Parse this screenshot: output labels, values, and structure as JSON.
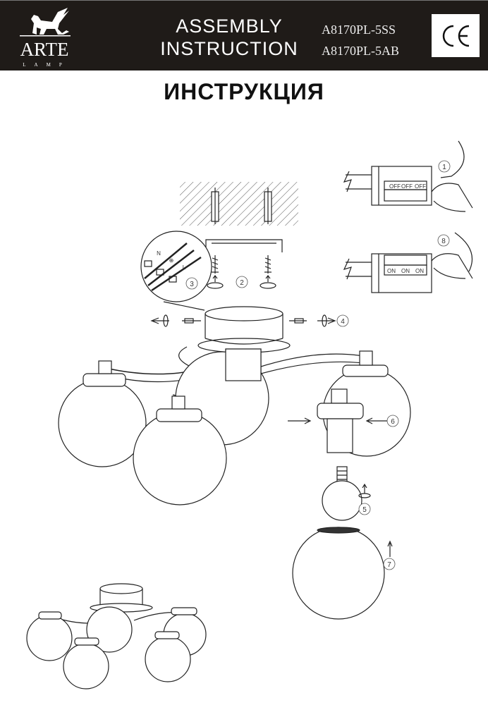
{
  "header": {
    "brand": "ARTE",
    "brand_sub": "LAMP",
    "title_line1": "ASSEMBLY",
    "title_line2": "INSTRUCTION",
    "models": [
      "A8170PL-5SS",
      "A8170PL-5AB"
    ],
    "certification": "CE"
  },
  "page_title": "ИНСТРУКЦИЯ",
  "steps": [
    "1",
    "2",
    "3",
    "4",
    "5",
    "6",
    "7",
    "8"
  ],
  "switch": {
    "off_labels": [
      "OFF",
      "OFF",
      "OFF"
    ],
    "on_labels": [
      "ON",
      "ON",
      "ON"
    ]
  },
  "wiring": {
    "labels": [
      "N",
      "⊕",
      "L"
    ]
  }
}
